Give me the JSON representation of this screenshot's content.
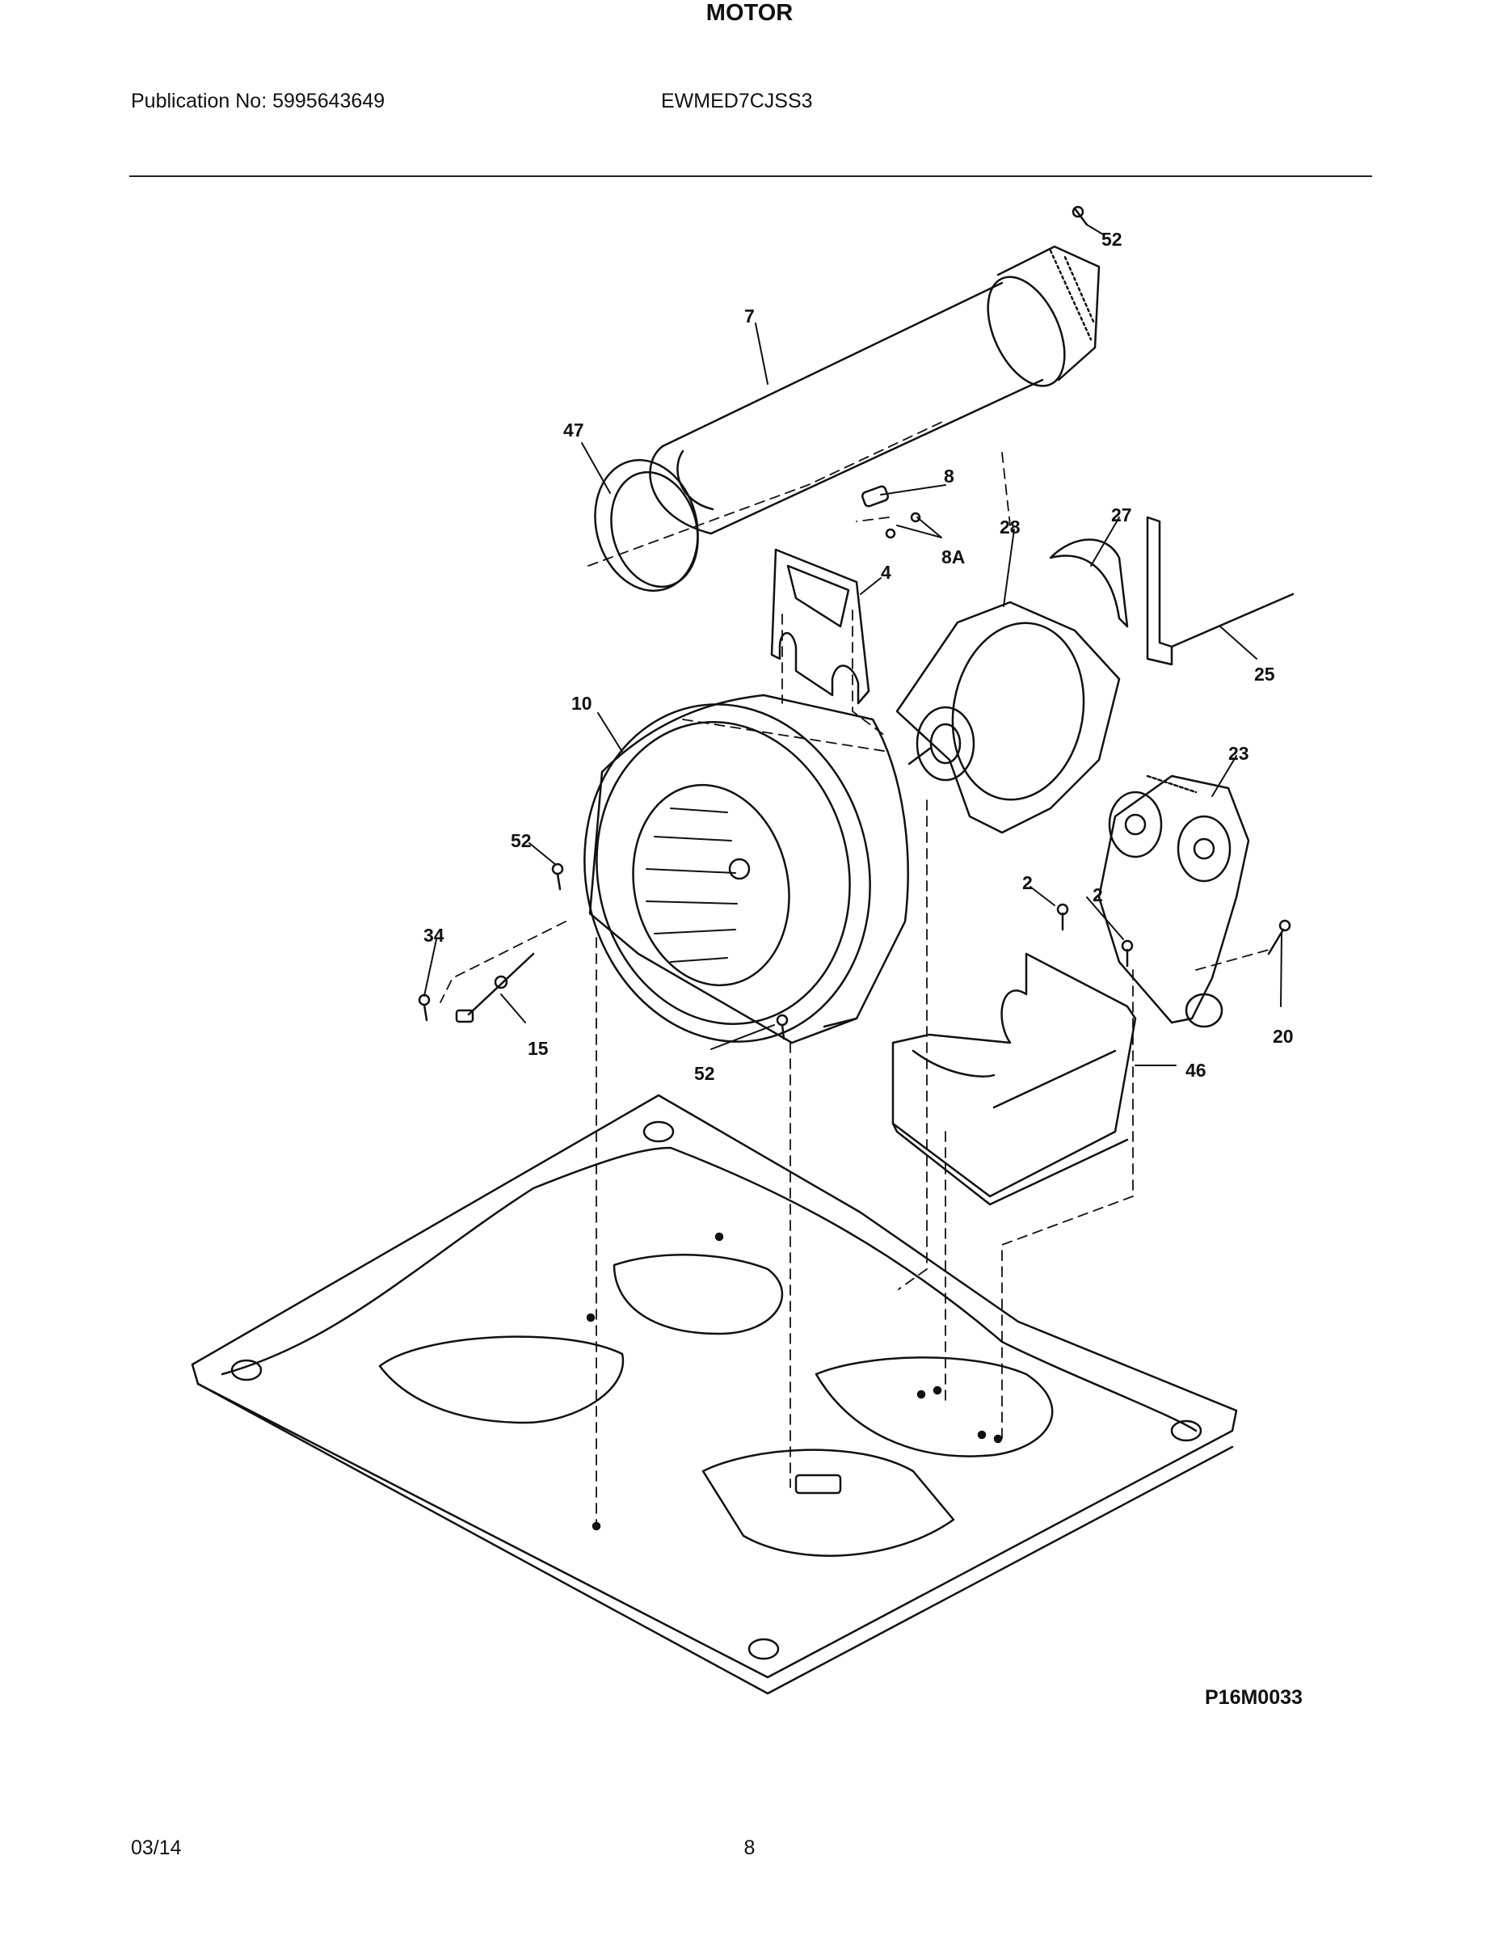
{
  "header": {
    "publication": "Publication No: 5995643649",
    "model": "EWMED7CJSS3",
    "title": "MOTOR"
  },
  "diagram": {
    "code": "P16M0033",
    "part_labels": {
      "p52_top": "52",
      "p7": "7",
      "p47": "47",
      "p8": "8",
      "p8A": "8A",
      "p4": "4",
      "p28": "28",
      "p27": "27",
      "p25": "25",
      "p10": "10",
      "p23": "23",
      "p52_left": "52",
      "p34": "34",
      "p2a": "2",
      "p2b": "2",
      "p15": "15",
      "p52_bottom": "52",
      "p20": "20",
      "p46": "46"
    },
    "icons": {
      "drum_duct": "exhaust-duct-icon",
      "blower": "blower-housing-icon",
      "motor": "drive-motor-icon",
      "idler": "idler-pulley-icon",
      "mount": "motor-mount-icon",
      "base": "base-pan-icon"
    }
  },
  "footer": {
    "date": "03/14",
    "page": "8"
  }
}
